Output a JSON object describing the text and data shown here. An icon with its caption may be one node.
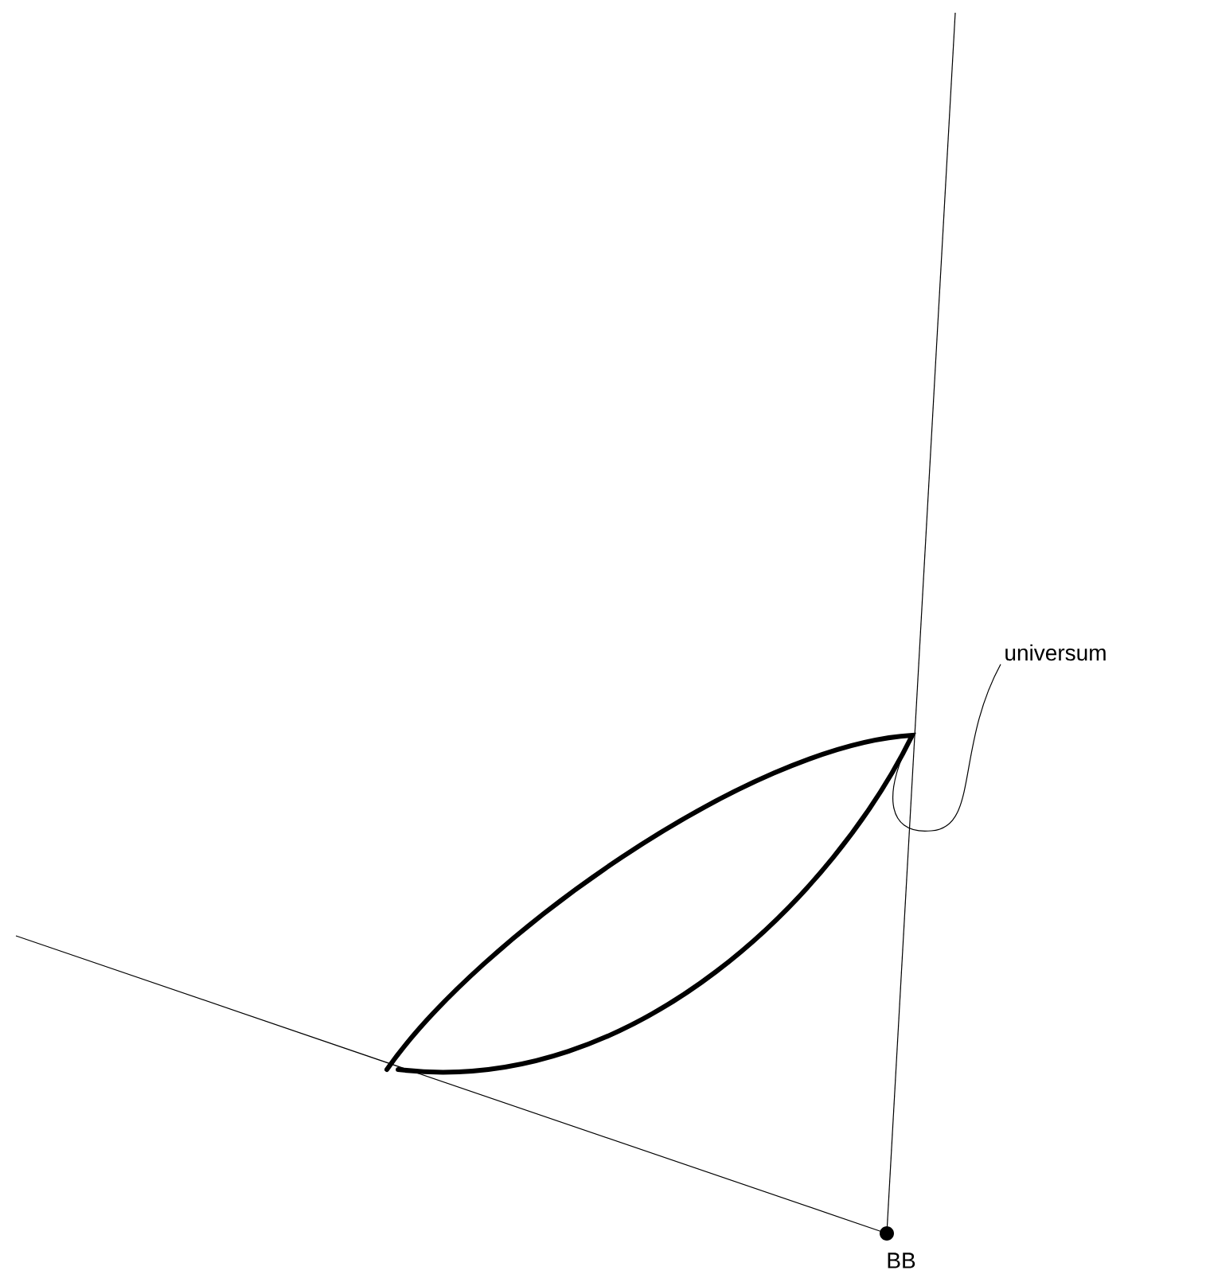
{
  "diagram": {
    "nodes": [
      {
        "text": [
          "universum"
        ]
      },
      {
        "text": [],
        "shape": "ellipse"
      }
    ],
    "edges": [
      {
        "from": 0,
        "to": 1,
        "arrow": "none"
      }
    ],
    "labels": [
      "BB"
    ]
  }
}
